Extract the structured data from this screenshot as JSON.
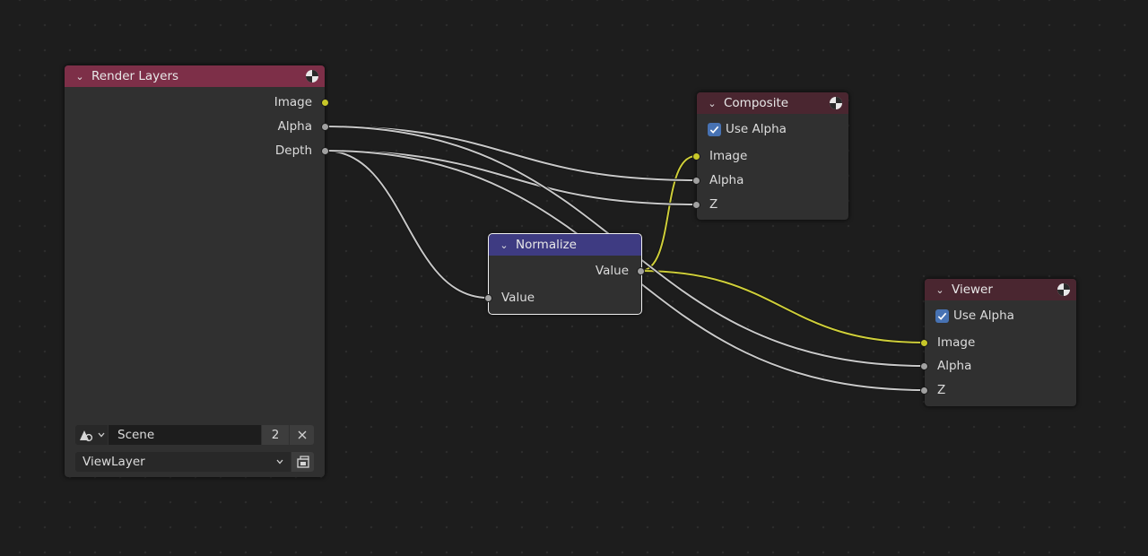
{
  "colors": {
    "background": "#1d1d1d",
    "node_body": "#303030",
    "render_layers_header": "#7d2f48",
    "output_header": "#4a2630",
    "filter_header": "#3e3b82",
    "socket_color": "#c7c729",
    "socket_float": "#a1a1a1",
    "link_default": "#c8c8c8",
    "link_color": "#cece3a",
    "checkbox": "#4772b3"
  },
  "nodes": {
    "render_layers": {
      "title": "Render Layers",
      "outputs": [
        "Image",
        "Alpha",
        "Depth"
      ],
      "scene": {
        "name": "Scene",
        "users": "2",
        "icon": "scene-icon"
      },
      "view_layer": {
        "name": "ViewLayer",
        "icon": "view-layer-icon"
      }
    },
    "composite": {
      "title": "Composite",
      "use_alpha_label": "Use Alpha",
      "use_alpha_checked": true,
      "inputs": [
        "Image",
        "Alpha",
        "Z"
      ]
    },
    "normalize": {
      "title": "Normalize",
      "output": "Value",
      "input": "Value"
    },
    "viewer": {
      "title": "Viewer",
      "use_alpha_label": "Use Alpha",
      "use_alpha_checked": true,
      "inputs": [
        "Image",
        "Alpha",
        "Z"
      ]
    }
  },
  "links": [
    {
      "from": "Normalize.Value",
      "to": "Composite.Image",
      "type": "color"
    },
    {
      "from": "Render Layers.Alpha",
      "to": "Composite.Alpha",
      "type": "float"
    },
    {
      "from": "Render Layers.Depth",
      "to": "Composite.Z",
      "type": "float"
    },
    {
      "from": "Render Layers.Depth",
      "to": "Normalize.Value",
      "type": "float"
    },
    {
      "from": "Normalize.Value",
      "to": "Viewer.Image",
      "type": "color"
    },
    {
      "from": "Render Layers.Alpha",
      "to": "Viewer.Alpha",
      "type": "float"
    },
    {
      "from": "Render Layers.Depth",
      "to": "Viewer.Z",
      "type": "float"
    }
  ]
}
